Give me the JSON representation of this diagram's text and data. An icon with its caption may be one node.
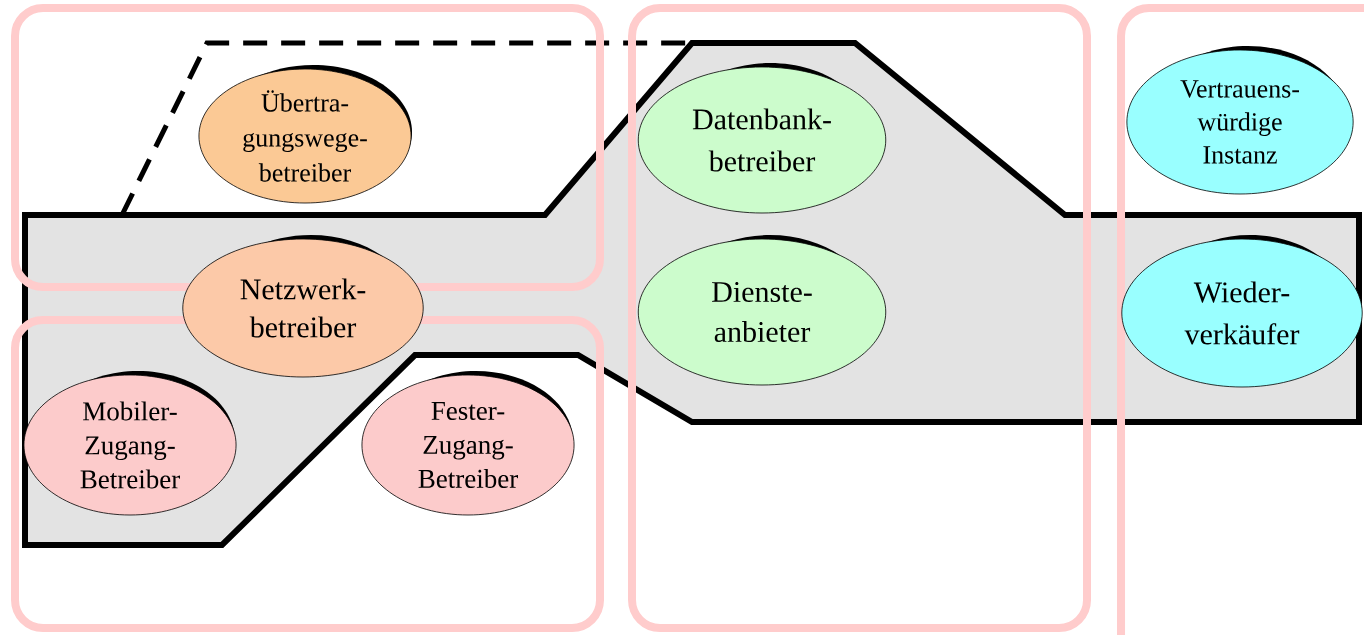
{
  "diagram": {
    "nodes": [
      {
        "text": [
          "Übertra- gungswege- betreiber"
        ]
      },
      {
        "text": [
          "Netzwerk- betreiber"
        ]
      },
      {
        "text": [
          "Mobiler- Zugang- Betreiber"
        ]
      },
      {
        "text": [
          "Fester- Zugang- Betreiber"
        ]
      },
      {
        "text": [
          "Datenbank- betreiber"
        ]
      },
      {
        "text": [
          "Dienste- anbieter"
        ]
      },
      {
        "text": [
          "Vertrauens- würdige Instanz"
        ]
      },
      {
        "text": [
          "Wieder- verkäufer"
        ]
      }
    ]
  }
}
